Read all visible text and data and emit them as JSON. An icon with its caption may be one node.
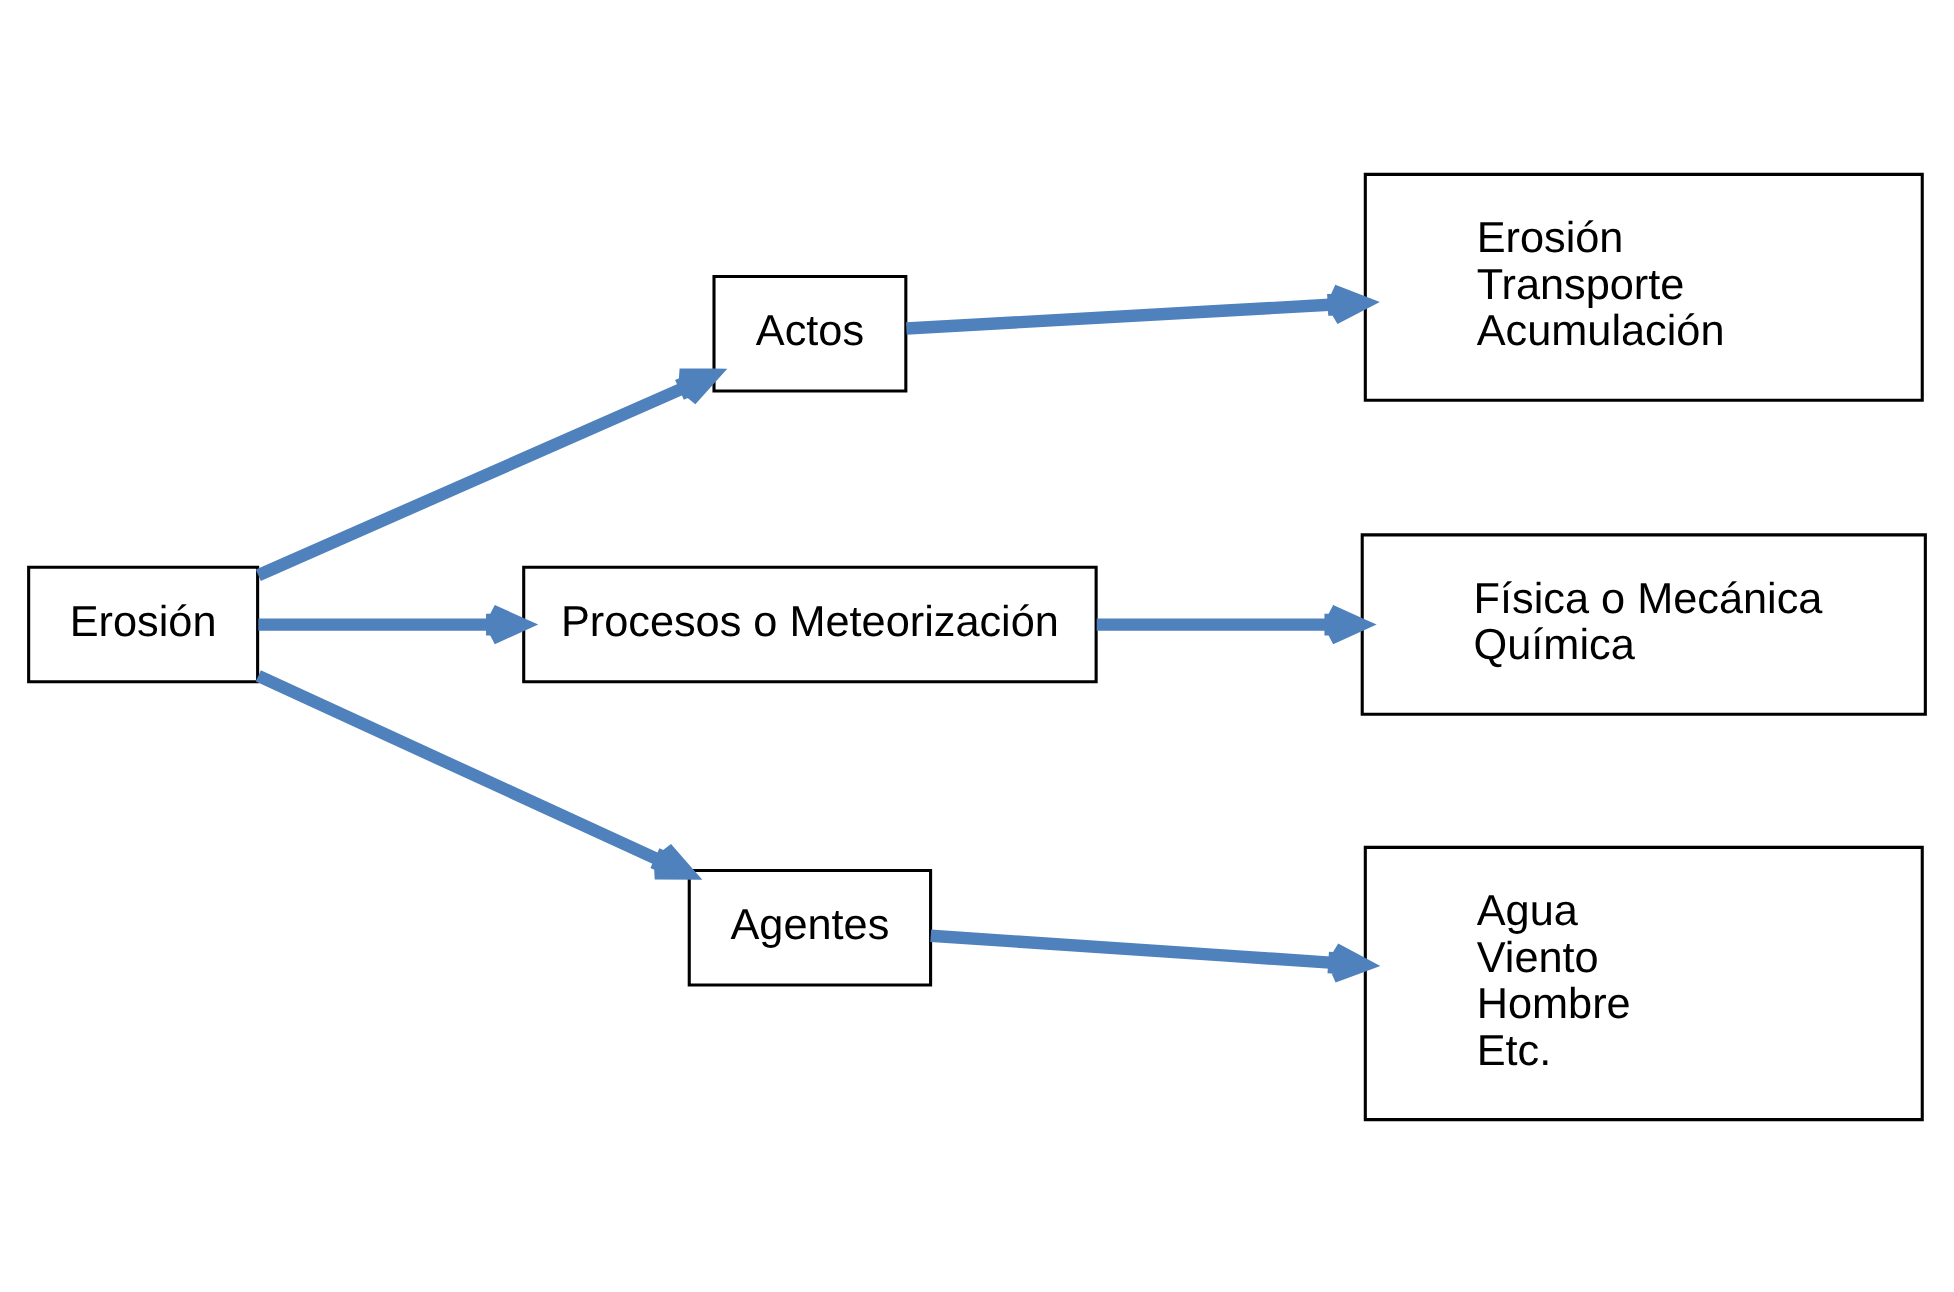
{
  "diagram": {
    "nodes": [
      {
        "text": [
          "Erosión"
        ]
      },
      {
        "text": [
          "Actos"
        ]
      },
      {
        "text": [
          "Procesos o Meteorización"
        ]
      },
      {
        "text": [
          "Agentes"
        ]
      },
      {
        "text": [
          "Erosión",
          "Transporte",
          "Acumulación"
        ]
      },
      {
        "text": [
          "Física o Mecánica",
          "Química"
        ]
      },
      {
        "text": [
          "Agua",
          "Viento",
          "Hombre",
          "Etc."
        ]
      }
    ],
    "edges": [
      {
        "from": 0,
        "to": 1,
        "arrow": "to"
      },
      {
        "from": 0,
        "to": 2,
        "arrow": "to"
      },
      {
        "from": 0,
        "to": 3,
        "arrow": "to"
      },
      {
        "from": 1,
        "to": 4,
        "arrow": "to"
      },
      {
        "from": 2,
        "to": 5,
        "arrow": "to"
      },
      {
        "from": 3,
        "to": 6,
        "arrow": "to"
      }
    ]
  }
}
